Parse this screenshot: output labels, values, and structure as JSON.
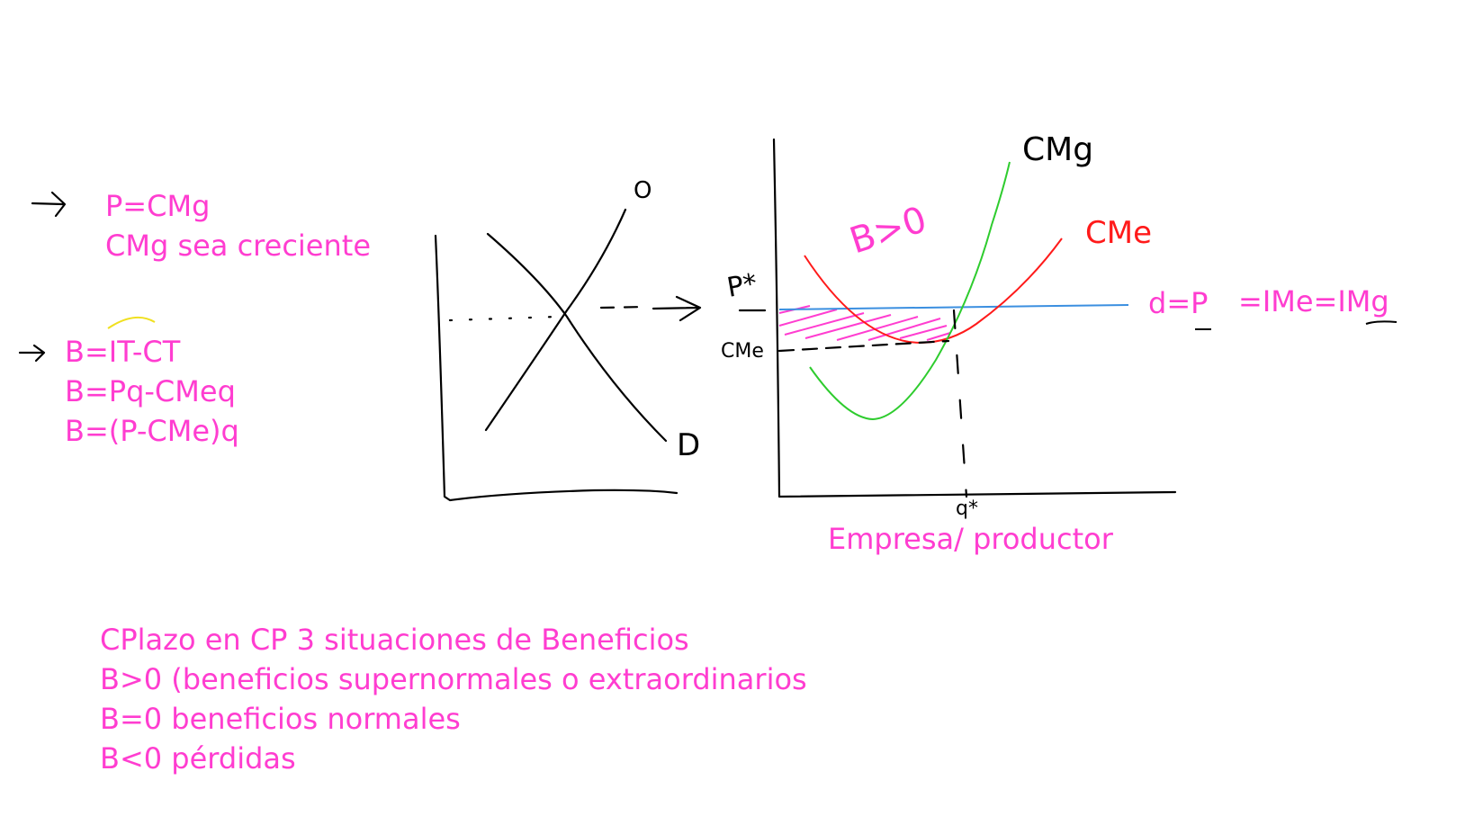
{
  "conditions": {
    "line1": "P=CMg",
    "line2": "CMg sea creciente"
  },
  "profit_formulas": {
    "line1": "B=IT-CT",
    "line2": "B=Pq-CMeq",
    "line3": "B=(P-CMe)q"
  },
  "market_diagram": {
    "supply_label": "O",
    "demand_label": "D"
  },
  "firm_diagram": {
    "price_axis_label": "P*",
    "cme_axis_label": "CMe",
    "quantity_axis_label": "q*",
    "cmg_label": "CMg",
    "cme_label": "CMe",
    "profit_label": "B>0",
    "demand_label": "d=P",
    "revenue_label": "=IMe=IMg",
    "caption": "Empresa/ productor",
    "colors": {
      "cmg": "#2ecc2e",
      "cme": "#ff1a1a",
      "demand": "#3b8fe0",
      "text": "#ff3dd0"
    }
  },
  "notes": {
    "line1": "CPlazo en CP 3 situaciones de Beneficios",
    "line2": "B>0 (beneficios supernormales o extraordinarios",
    "line3": "B=0 beneficios normales",
    "line4": "B<0 pérdidas"
  }
}
